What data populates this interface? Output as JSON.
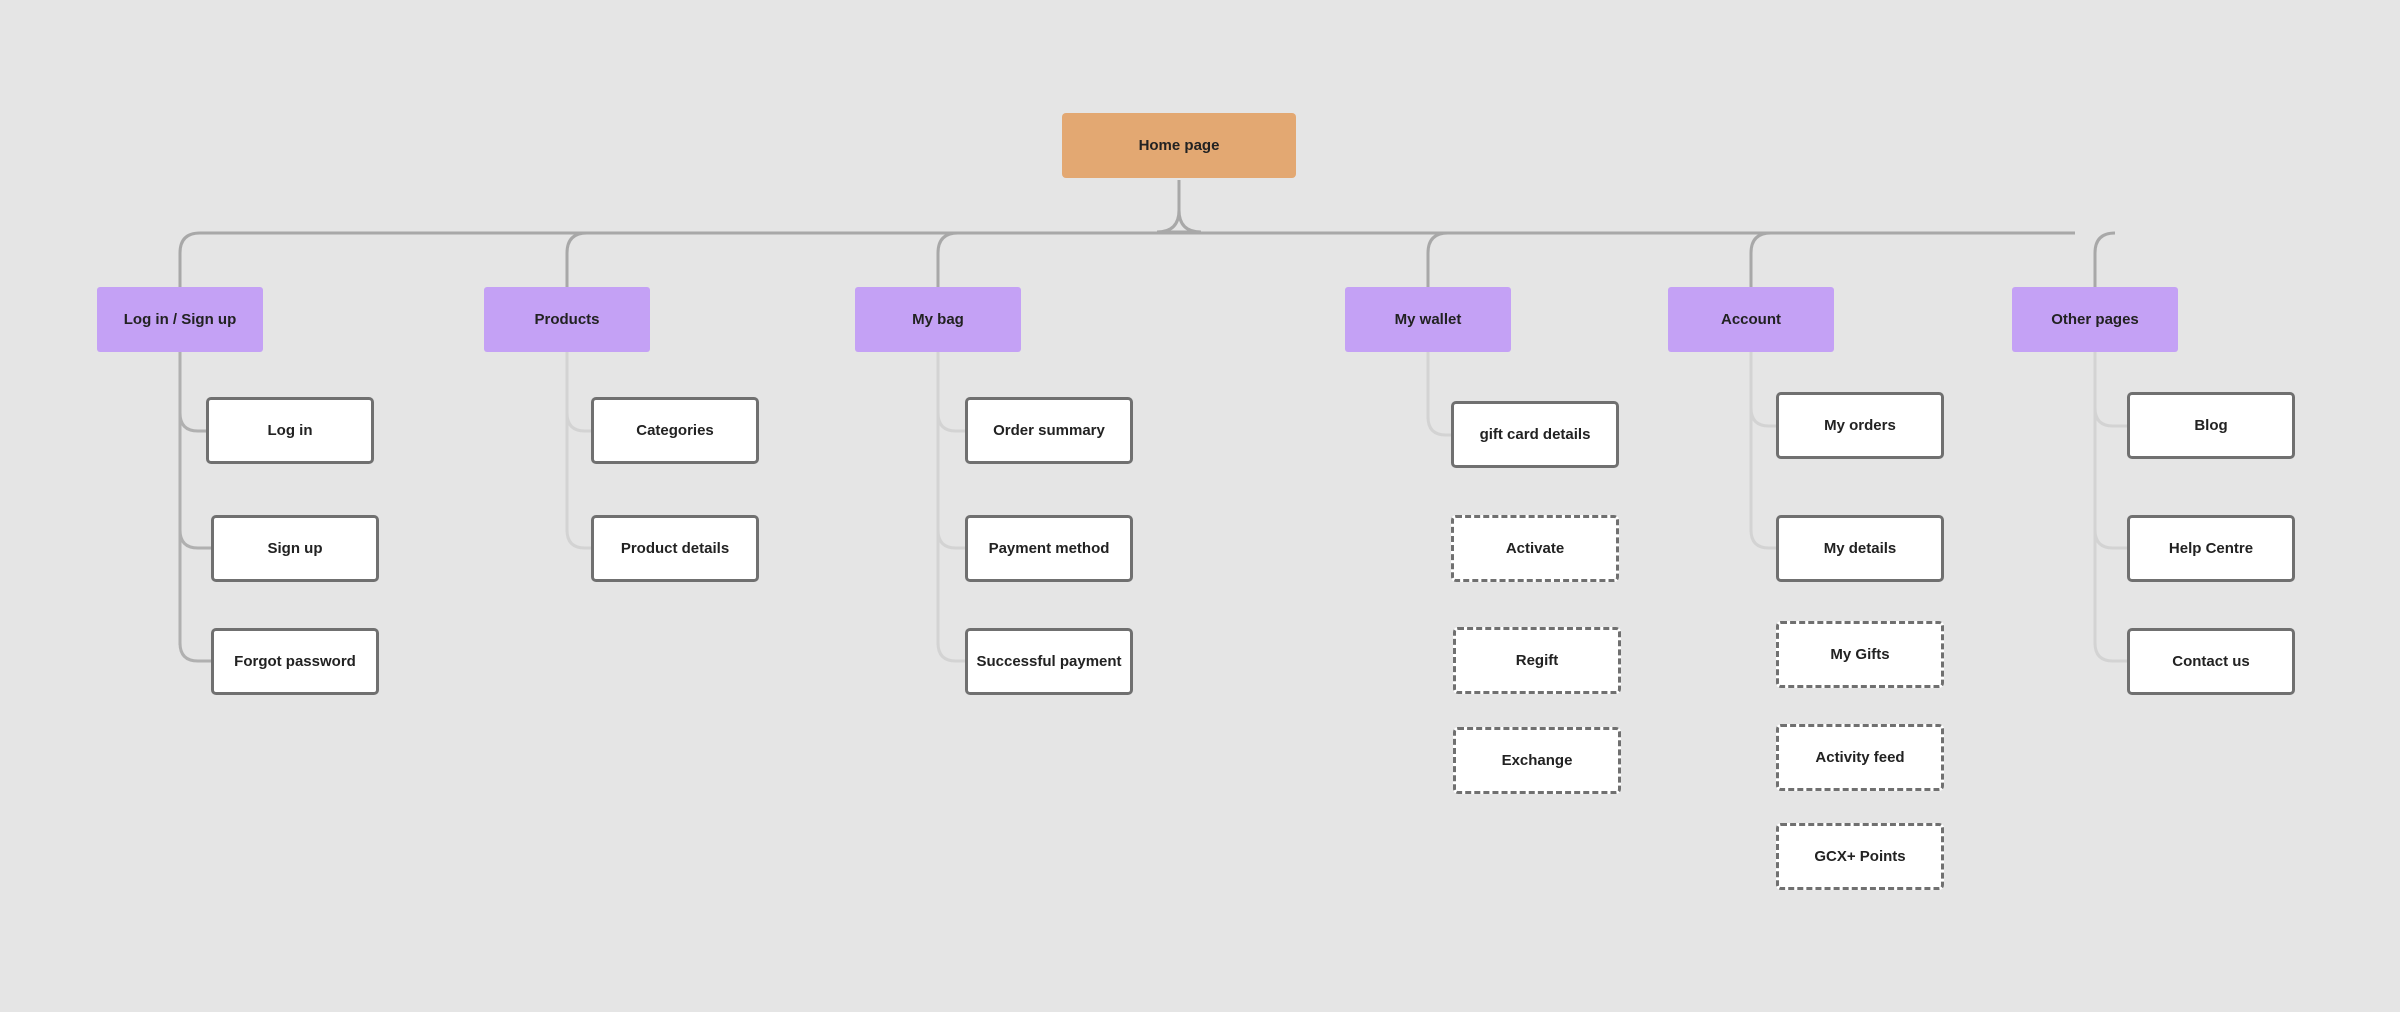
{
  "sitemap": {
    "root": {
      "label": "Home page",
      "color": "#e3a872"
    },
    "section_color": "#c4a1f5",
    "page_border_color": "#707070",
    "connector_color": "#b3b3b3",
    "sections": [
      {
        "label": "Log in / Sign up",
        "pages": [
          {
            "label": "Log in",
            "style": "solid"
          },
          {
            "label": "Sign up",
            "style": "solid"
          },
          {
            "label": "Forgot password",
            "style": "solid"
          }
        ]
      },
      {
        "label": "Products",
        "pages": [
          {
            "label": "Categories",
            "style": "solid"
          },
          {
            "label": "Product details",
            "style": "solid"
          }
        ]
      },
      {
        "label": "My bag",
        "pages": [
          {
            "label": "Order summary",
            "style": "solid"
          },
          {
            "label": "Payment method",
            "style": "solid"
          },
          {
            "label": "Successful payment",
            "style": "solid"
          }
        ]
      },
      {
        "label": "My wallet",
        "pages": [
          {
            "label": "gift card details",
            "style": "solid"
          },
          {
            "label": "Activate",
            "style": "dashed"
          },
          {
            "label": "Regift",
            "style": "dashed"
          },
          {
            "label": "Exchange",
            "style": "dashed"
          }
        ]
      },
      {
        "label": "Account",
        "pages": [
          {
            "label": "My orders",
            "style": "solid"
          },
          {
            "label": "My details",
            "style": "solid"
          },
          {
            "label": "My Gifts",
            "style": "dashed"
          },
          {
            "label": "Activity feed",
            "style": "dashed"
          },
          {
            "label": "GCX+ Points",
            "style": "dashed"
          }
        ]
      },
      {
        "label": "Other pages",
        "pages": [
          {
            "label": "Blog",
            "style": "solid"
          },
          {
            "label": "Help Centre",
            "style": "solid"
          },
          {
            "label": "Contact us",
            "style": "solid"
          }
        ]
      }
    ]
  }
}
